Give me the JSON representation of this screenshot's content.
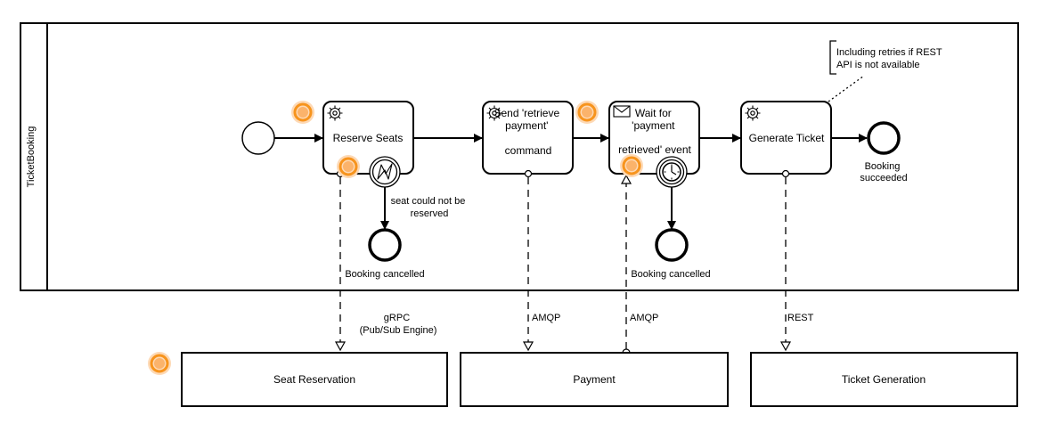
{
  "pool": {
    "name": "TicketBooking"
  },
  "events": {
    "start": {
      "label": ""
    },
    "end_succeeded": {
      "label_line1": "Booking",
      "label_line2": "succeeded"
    },
    "end_cancelled_1": {
      "label": "Booking cancelled"
    },
    "end_cancelled_2": {
      "label": "Booking cancelled"
    },
    "error_boundary": {
      "label_line1": "seat could not be",
      "label_line2": "reserved"
    }
  },
  "tasks": {
    "reserve_seats": {
      "label": "Reserve Seats",
      "type": "service"
    },
    "send_retrieve_payment": {
      "label_line1": "Send 'retrieve",
      "label_line2": "payment'",
      "label_line3": "command",
      "type": "service"
    },
    "wait_payment": {
      "label_line1": "Wait for",
      "label_line2": "'payment",
      "label_line3": "retrieved' event",
      "type": "receive"
    },
    "generate_ticket": {
      "label": "Generate Ticket",
      "type": "service"
    }
  },
  "annotation": {
    "line1": "Including retries if REST",
    "line2": "API is not available"
  },
  "message_flows": {
    "grpc": {
      "line1": "gRPC",
      "line2": "(Pub/Sub Engine)"
    },
    "amqp_send": {
      "label": "AMQP"
    },
    "amqp_receive": {
      "label": "AMQP"
    },
    "rest": {
      "label": "REST"
    }
  },
  "systems": {
    "seat_reservation": {
      "label": "Seat Reservation"
    },
    "payment": {
      "label": "Payment"
    },
    "ticket_generation": {
      "label": "Ticket Generation"
    }
  },
  "colors": {
    "highlight": "#f7941d",
    "stroke": "#000000",
    "background": "#ffffff"
  },
  "icons": [
    "gear-icon",
    "envelope-icon",
    "lightning-icon",
    "clock-icon",
    "highlight-marker-icon"
  ]
}
